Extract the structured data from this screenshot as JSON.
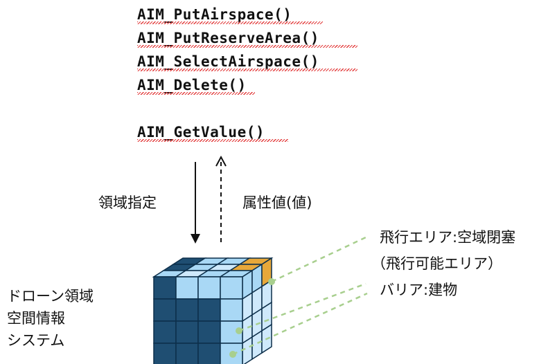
{
  "api_functions": [
    "AIM_PutAirspace()",
    "AIM_PutReserveArea()",
    "AIM_SelectAirspace()",
    "AIM_Delete()",
    "AIM_GetValue()"
  ],
  "arrows": {
    "request_label": "領域指定",
    "response_label": "属性値(値)"
  },
  "legend": {
    "flight_area_line1": "飛行エリア:空域閉塞",
    "flight_area_line2": "（飛行可能エリア）",
    "barrier": "バリア:建物"
  },
  "system": {
    "line1": "ドローン領域",
    "line2": "空間情報",
    "line3": "システム"
  },
  "colors": {
    "cube_dark": "#1f4e72",
    "cube_light": "#a9d8f5",
    "cube_pale": "#cfe9fb",
    "cube_orange": "#e7a83a",
    "leader_line": "#a8cf8e",
    "squiggle": "#e23b3b"
  }
}
